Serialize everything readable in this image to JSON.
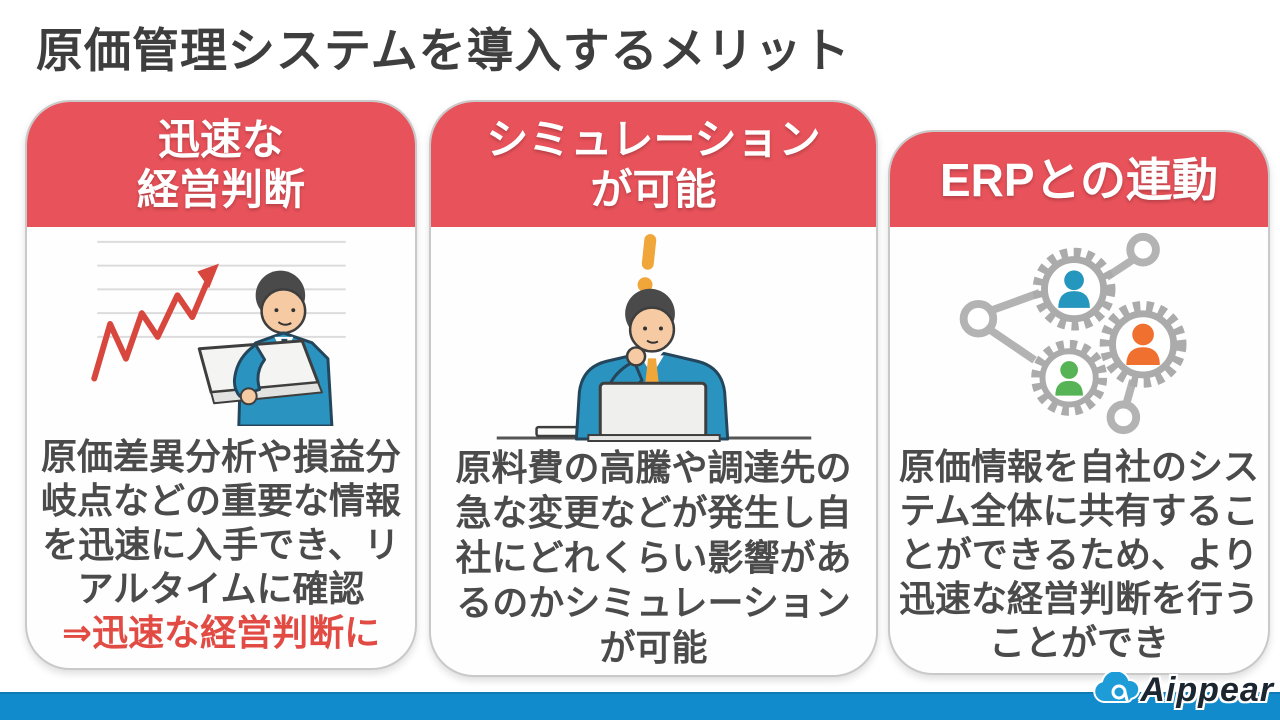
{
  "slide": {
    "title": "原価管理システムを導入するメリット",
    "title_color": "#3E3E3E",
    "accent_red": "#E8525A",
    "body_text_color": "#4B4B4B",
    "card_border_color": "#C9C9C9",
    "footer": {
      "bar_color": "#128BCC",
      "logo_text": "Aippear",
      "logo_icon": "cloud-icon",
      "logo_text_color": "#1C2630",
      "cloud_color": "#1E9CD7"
    }
  },
  "cards": [
    {
      "header_lines": [
        "迅速な",
        "経営判断"
      ],
      "body_lines": [
        "原価差異分析や損益分",
        "岐点などの重要な情報",
        "を迅速に入手でき、リ",
        "アルタイムに確認"
      ],
      "highlight_line": "⇒迅速な経営判断に",
      "highlight_color": "#E14B43",
      "illustration": "businessman-holding-laptop-with-rising-line-chart"
    },
    {
      "header_lines": [
        "シミュレーション",
        "が可能"
      ],
      "body_lines": [
        "原料費の高騰や調達先の",
        "急な変更などが発生し自",
        "社にどれくらい影響があ",
        "るのかシミュレーション",
        "が可能"
      ],
      "illustration": "pondering-man-at-laptop-with-exclamation-mark"
    },
    {
      "header_lines": [
        "ERPとの連動"
      ],
      "body_lines": [
        "原価情報を自社のシス",
        "テム全体に共有するこ",
        "とができるため、より",
        "迅速な経営判断を行う",
        "ことができ"
      ],
      "illustration": "three-gears-with-people-network"
    }
  ]
}
